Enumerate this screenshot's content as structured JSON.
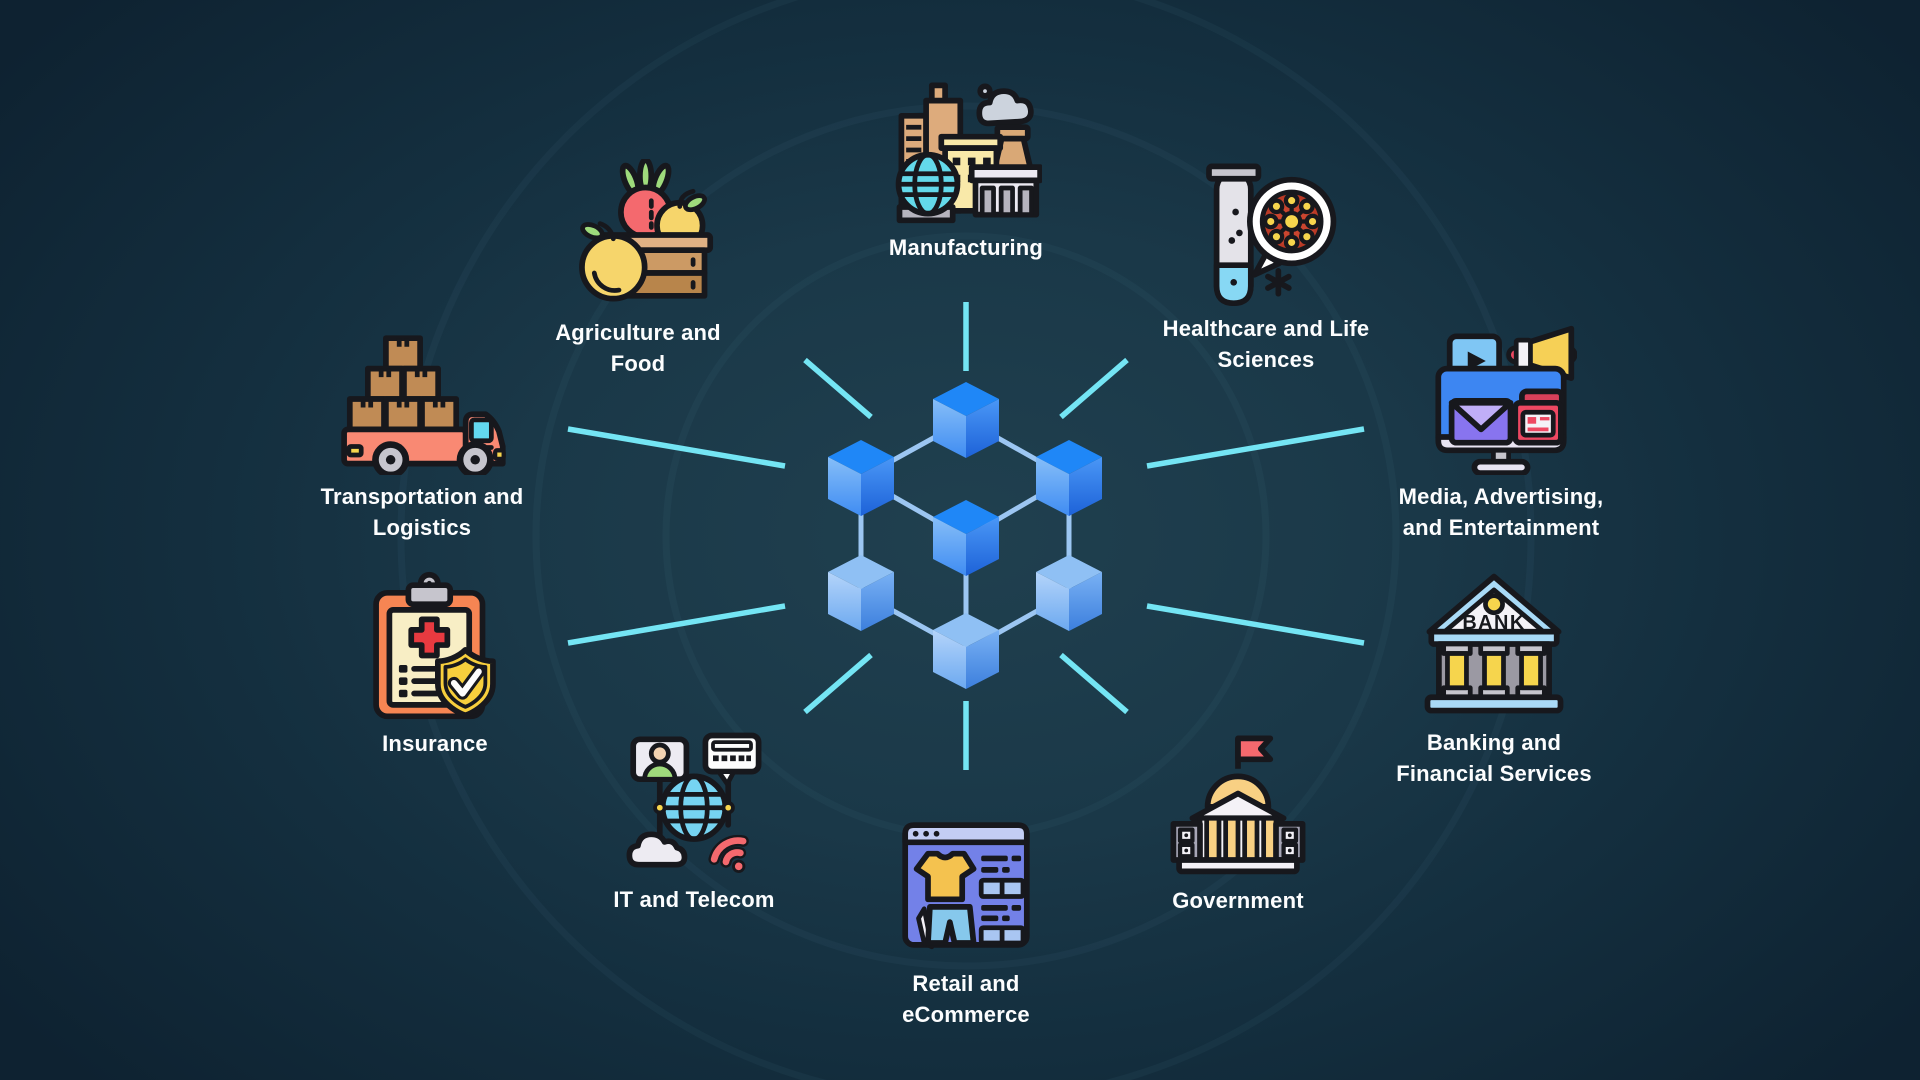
{
  "palette": {
    "background_center": "#20404f",
    "background_edge": "#0e2231",
    "ray_color": "#74e5f4",
    "cube_link_color": "#9cc6f2",
    "cube_top_bright": "#1f87f7",
    "cube_top_light": "#8fc0f4",
    "icon_outline": "#17181d",
    "label_color": "#fcfdfe"
  },
  "center": {
    "icon": "blockchain-network-icon",
    "node_count": 7
  },
  "sectors": [
    {
      "id": "manufacturing",
      "icon": "factory-icon",
      "label_lines": [
        "Manufacturing"
      ]
    },
    {
      "id": "healthcare",
      "icon": "test-tube-cell-icon",
      "label_lines": [
        "Healthcare and Life",
        "Sciences"
      ]
    },
    {
      "id": "media",
      "icon": "monitor-megaphone-icon",
      "label_lines": [
        "Media, Advertising,",
        "and Entertainment"
      ]
    },
    {
      "id": "banking",
      "icon": "bank-building-icon",
      "building_sign": "BANK",
      "label_lines": [
        "Banking and",
        "Financial Services"
      ]
    },
    {
      "id": "government",
      "icon": "capitol-building-icon",
      "label_lines": [
        "Government"
      ]
    },
    {
      "id": "retail",
      "icon": "ecommerce-window-icon",
      "label_lines": [
        "Retail and",
        "eCommerce"
      ]
    },
    {
      "id": "it_telecom",
      "icon": "network-globe-icon",
      "label_lines": [
        "IT and Telecom"
      ]
    },
    {
      "id": "insurance",
      "icon": "clipboard-shield-icon",
      "label_lines": [
        "Insurance"
      ]
    },
    {
      "id": "transportation",
      "icon": "delivery-truck-icon",
      "label_lines": [
        "Transportation and",
        "Logistics"
      ]
    },
    {
      "id": "agriculture",
      "icon": "produce-crate-icon",
      "label_lines": [
        "Agriculture and",
        "Food"
      ]
    }
  ]
}
